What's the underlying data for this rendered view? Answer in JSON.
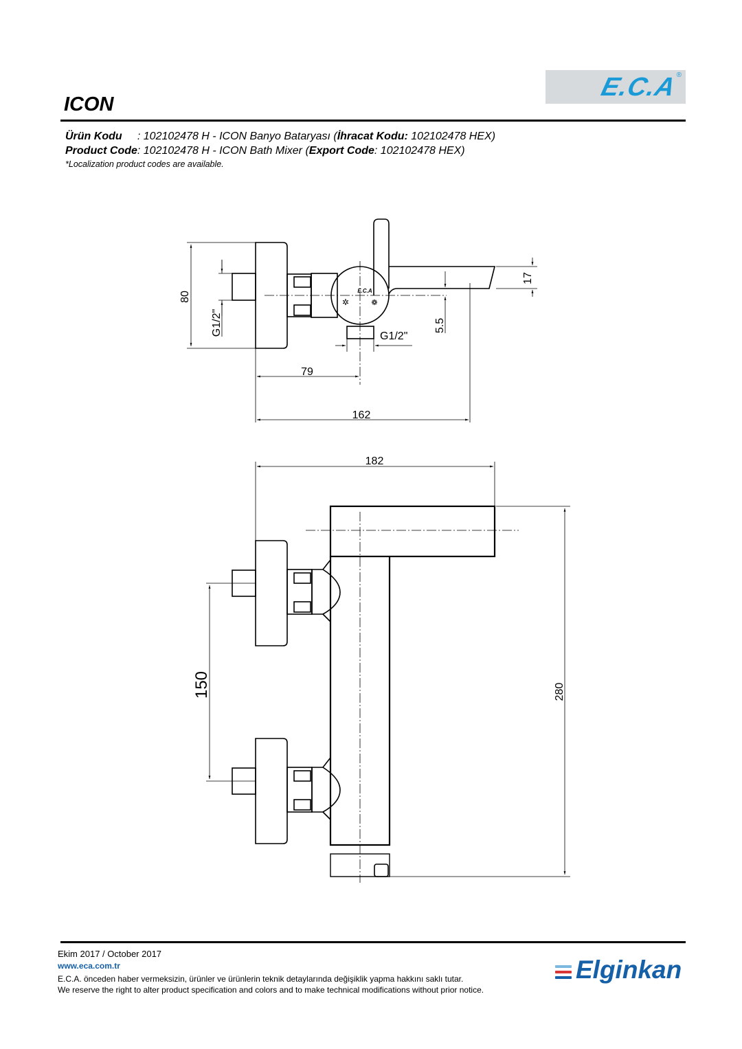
{
  "brand": {
    "logo_text": "E.C.A",
    "registered": "®"
  },
  "header": {
    "title": "ICON",
    "tr_label": "Ürün Kodu",
    "tr_value": "     : 102102478 H - ICON Banyo Bataryası (",
    "tr_export_label": "İhracat Kodu:",
    "tr_export_value": " 102102478 HEX)",
    "en_label": "Product Code",
    "en_value": ": 102102478 H - ICON Bath Mixer (",
    "en_export_label": "Export Code",
    "en_export_value": ": 102102478 HEX)",
    "note": "*Localization product codes are available."
  },
  "drawing": {
    "top_view": {
      "dim_height": "80",
      "dim_inlet_thread": "G1/2\"",
      "dim_outlet_thread": "G1/2\"",
      "dim_center": "79",
      "dim_depth": "162",
      "dim_spout": "17",
      "dim_offset": "5.5",
      "body_logo": "E.C.A"
    },
    "front_view": {
      "dim_width": "182",
      "dim_inlet_spacing": "150",
      "dim_height": "280"
    }
  },
  "footer": {
    "date": "Ekim 2017 / October 2017",
    "website": "www.eca.com.tr",
    "disclaimer_tr": "E.C.A. önceden haber vermeksizin, ürünler ve ürünlerin teknik detaylarında değişiklik yapma hakkını saklı tutar.",
    "disclaimer_en": "We reserve the right to alter product specification and colors and to make technical modifications without prior notice.",
    "partner_logo": "Elginkan",
    "colors": {
      "eca_blue": "#1a9ad6",
      "elginkan_blue": "#1660a8",
      "elginkan_red": "#d93636",
      "elginkan_light": "#7db8e0"
    }
  }
}
